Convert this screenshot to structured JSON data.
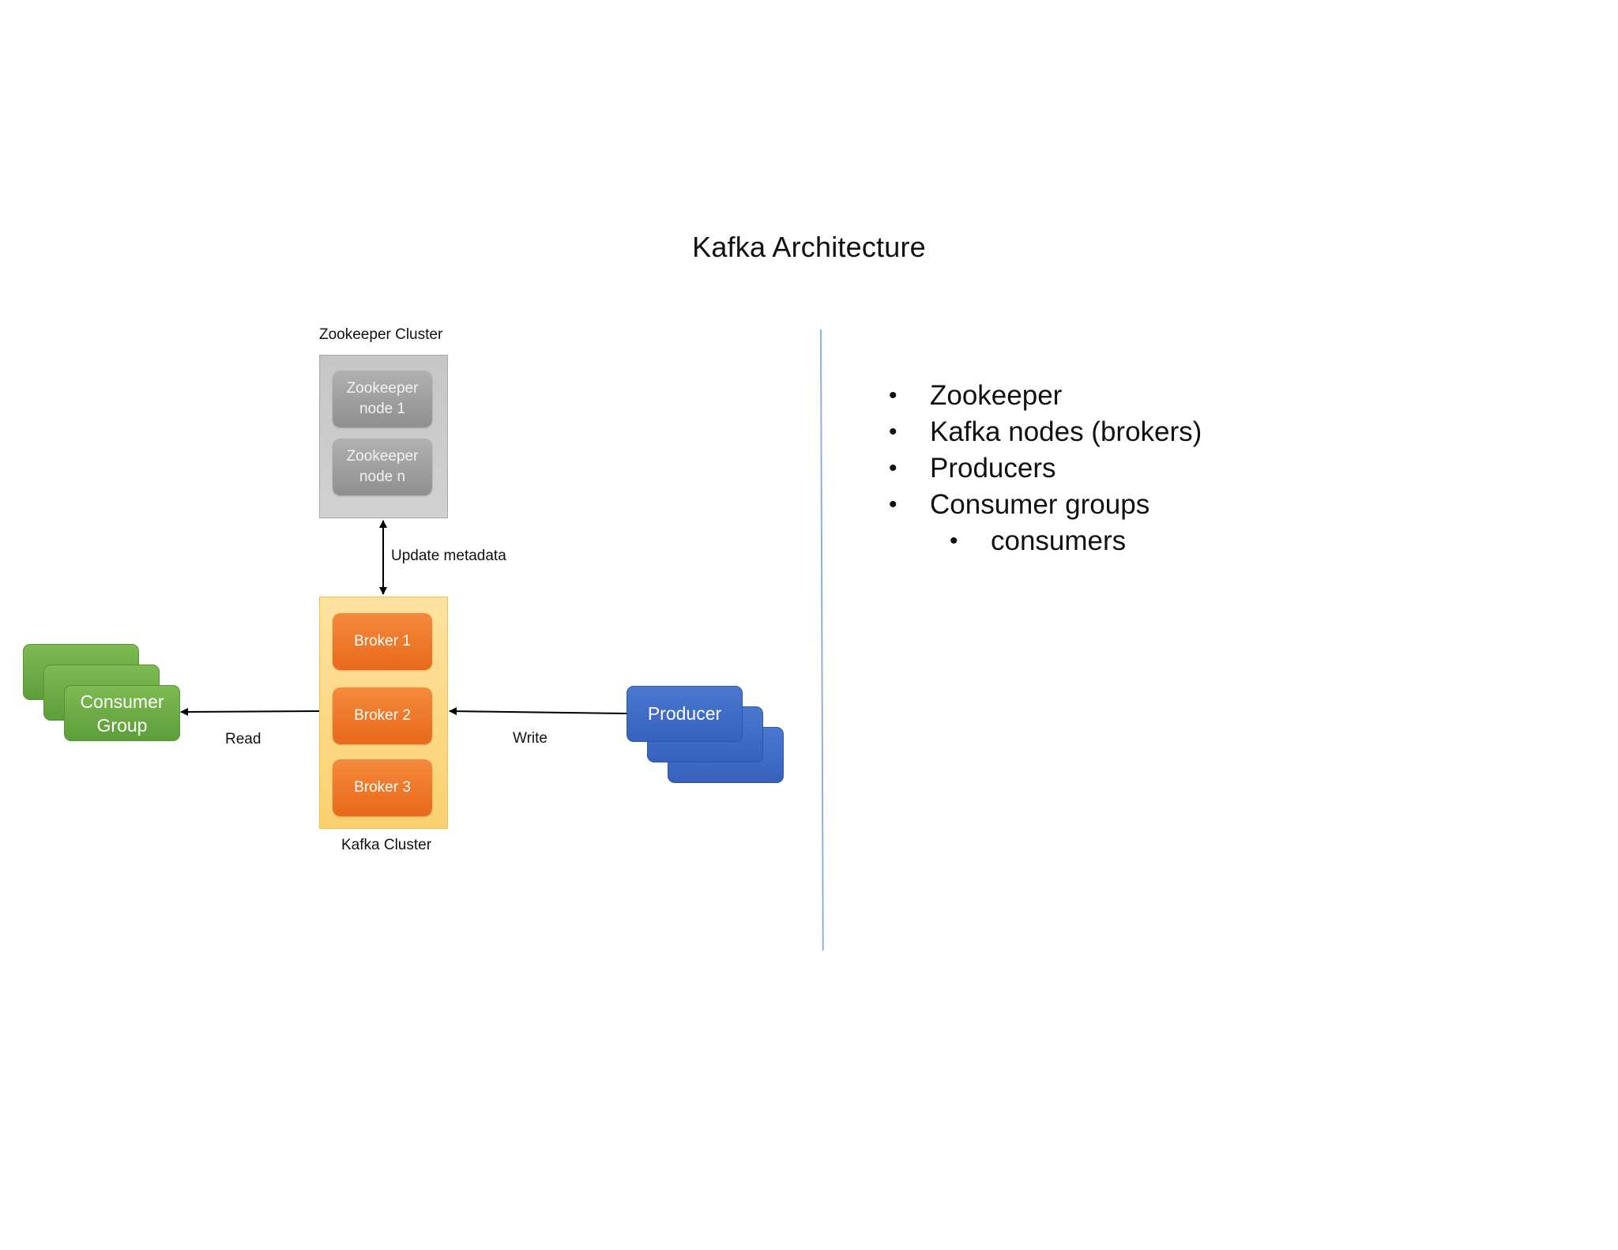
{
  "title": "Kafka Architecture",
  "zookeeper": {
    "cluster_label": "Zookeeper Cluster",
    "nodes": [
      "Zookeeper node 1",
      "Zookeeper node n"
    ]
  },
  "metadata_link_label": "Update metadata",
  "kafka": {
    "cluster_label": "Kafka Cluster",
    "brokers": [
      "Broker 1",
      "Broker 2",
      "Broker 3"
    ]
  },
  "consumer_group": {
    "label_line1": "Consumer",
    "label_line2": "Group"
  },
  "producer": {
    "label": "Producer"
  },
  "read_label": "Read",
  "write_label": "Write",
  "bullets": [
    {
      "text": "Zookeeper",
      "level": 1
    },
    {
      "text": "Kafka nodes (brokers)",
      "level": 1
    },
    {
      "text": "Producers",
      "level": 1
    },
    {
      "text": "Consumer groups",
      "level": 1
    },
    {
      "text": "consumers",
      "level": 2
    }
  ],
  "colors": {
    "zookeeper_node": "#9e9e9e",
    "broker": "#ef7a2b",
    "kafka_cluster": "#fcd886",
    "consumer": "#6aad44",
    "producer": "#3f6dc6",
    "divider": "#8fb0d6"
  }
}
